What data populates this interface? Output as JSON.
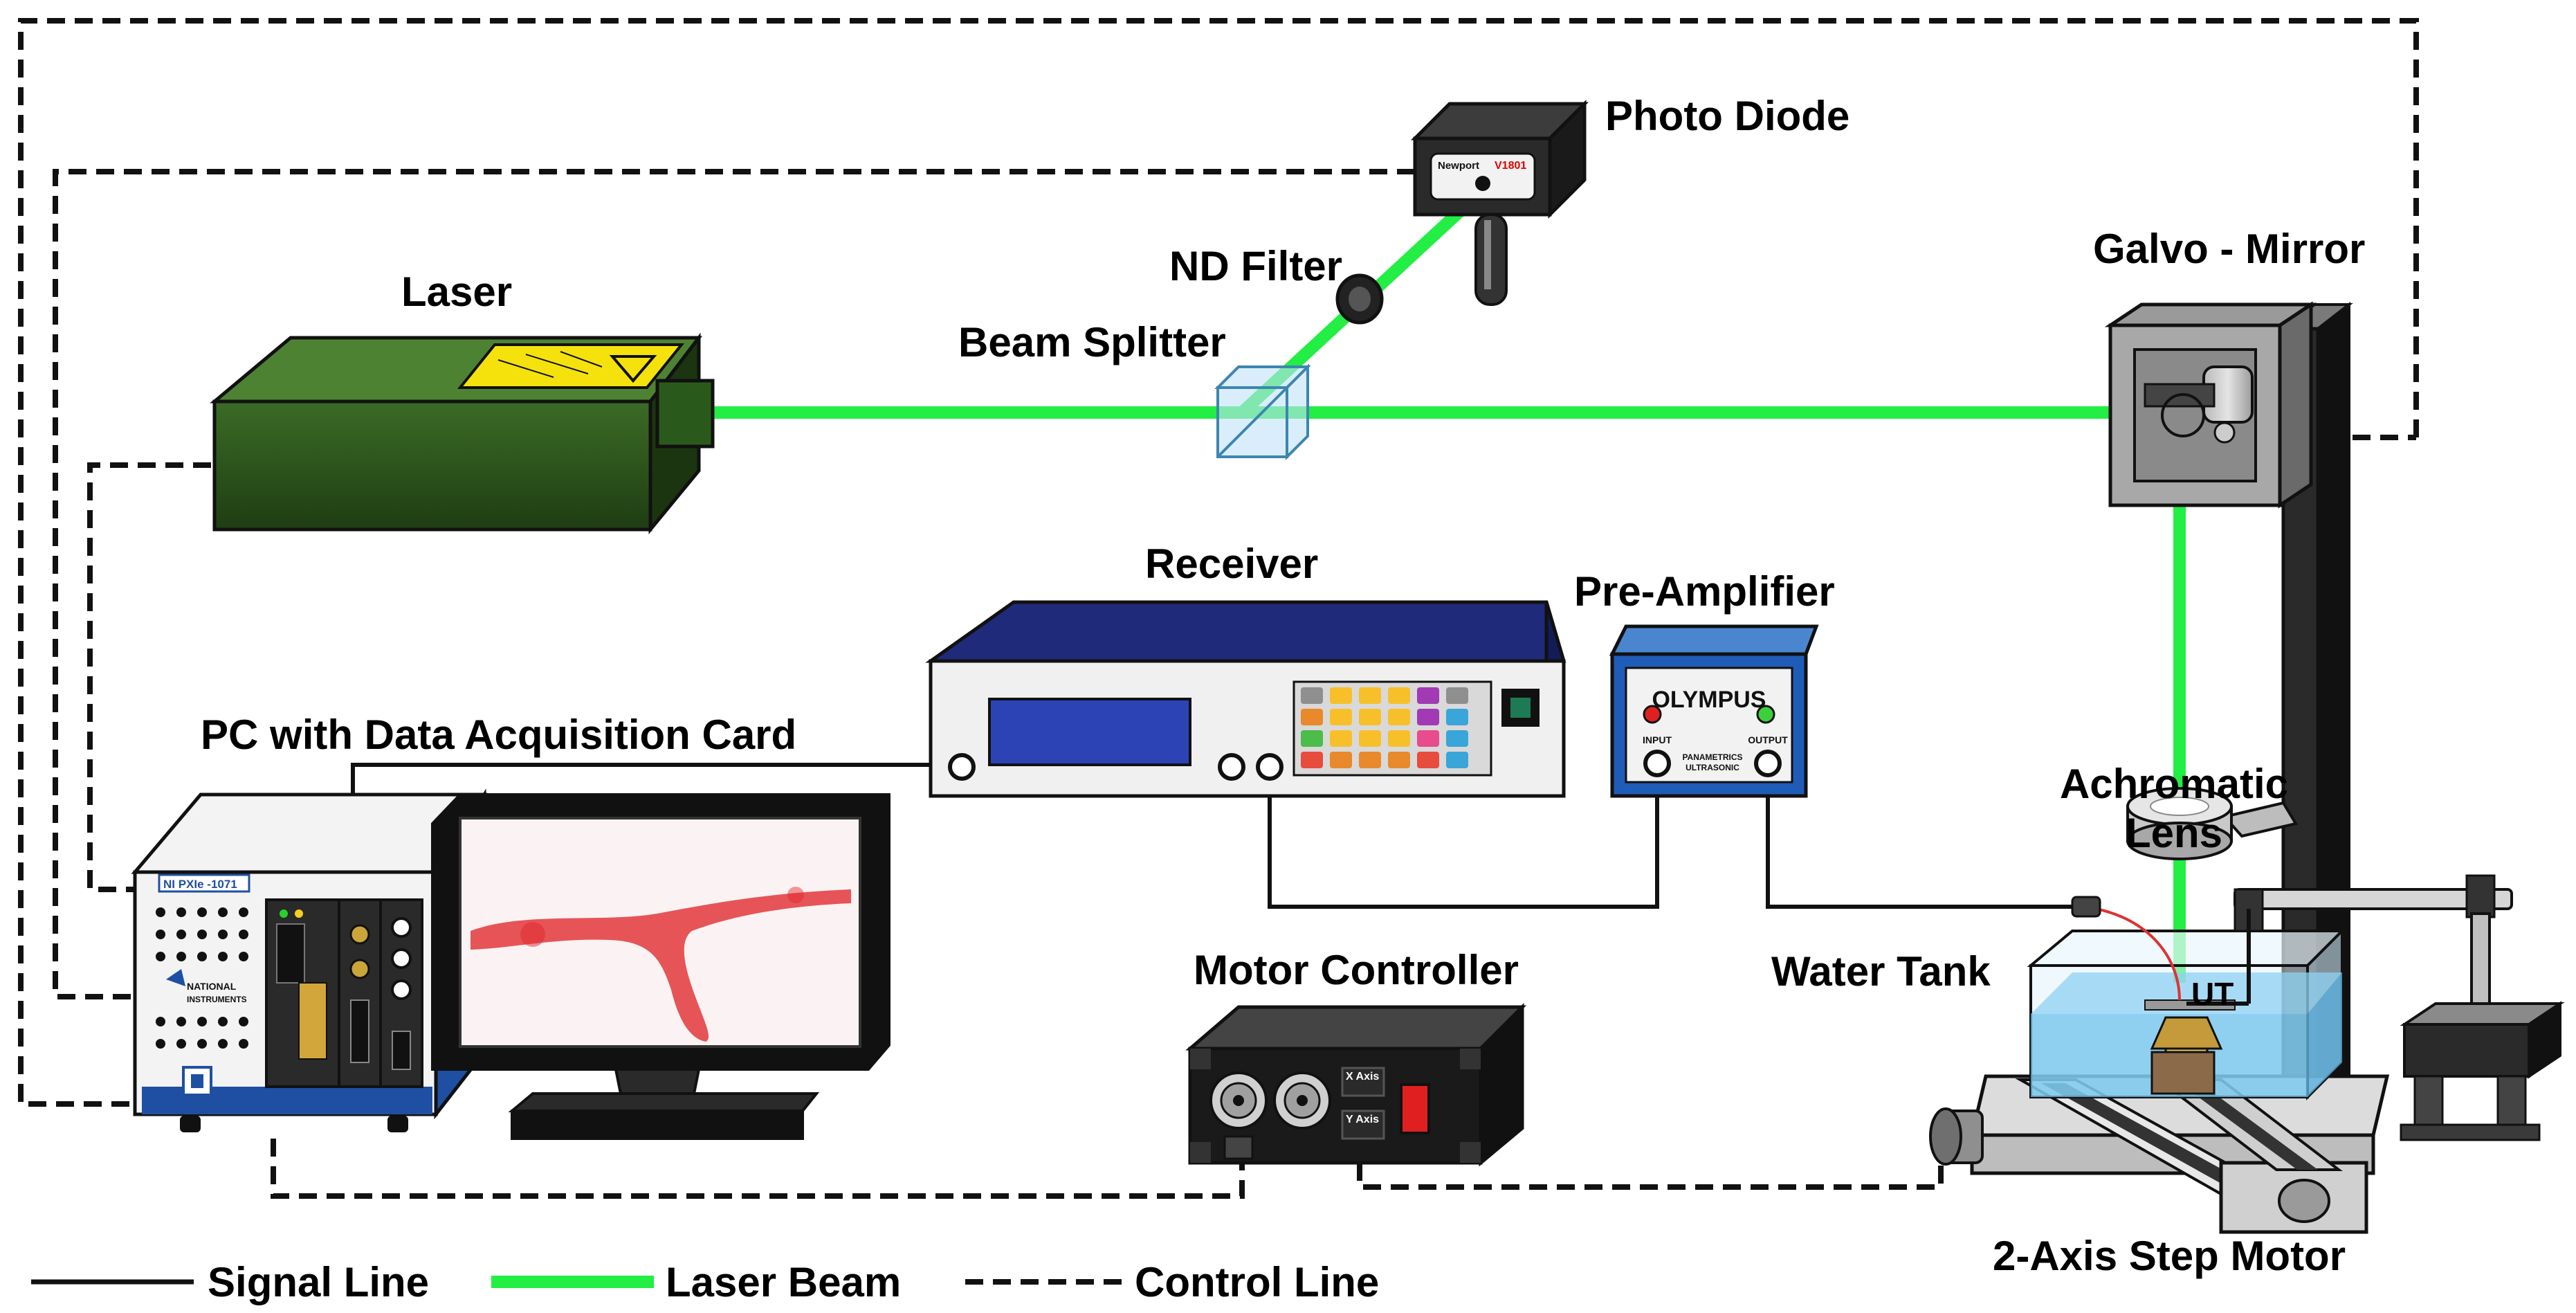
{
  "labels": {
    "photo_diode": "Photo Diode",
    "nd_filter": "ND Filter",
    "galvo_mirror": "Galvo - Mirror",
    "laser": "Laser",
    "beam_splitter": "Beam Splitter",
    "receiver": "Receiver",
    "pre_amplifier": "Pre-Amplifier",
    "pc": "PC with Data Acquisition Card",
    "achromatic_lens_1": "Achromatic",
    "achromatic_lens_2": "Lens",
    "motor_controller": "Motor Controller",
    "water_tank": "Water Tank",
    "ut": "UT",
    "step_motor": "2-Axis Step Motor"
  },
  "device_text": {
    "photodiode_brand": "Newport",
    "photodiode_model": "V1801",
    "pxi": "NI PXIe -1071",
    "ni_brand_1": "NATIONAL",
    "ni_brand_2": "INSTRUMENTS",
    "olympus": "OLYMPUS",
    "input": "INPUT",
    "output": "OUTPUT",
    "panametrics_1": "PANAMETRICS",
    "panametrics_2": "ULTRASONIC",
    "x_axis": "X Axis",
    "y_axis": "Y Axis"
  },
  "legend": {
    "signal": "Signal Line",
    "laser": "Laser Beam",
    "control": "Control Line"
  },
  "colors": {
    "laser_beam": "#22ee44",
    "laser_body": "#2f5a1e",
    "receiver_panel": "#1f2a7a",
    "preamp_body": "#1f5cb8",
    "water": "#6fc3ec",
    "warning_label": "#f5e20c",
    "monitor_stain": "#e0262b"
  }
}
